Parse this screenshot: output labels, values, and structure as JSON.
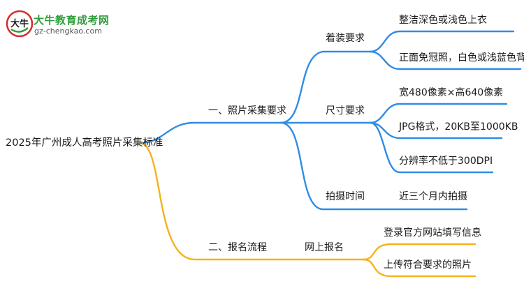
{
  "logo": {
    "name": "大牛教育成考网",
    "url": "gz-chengkao.com",
    "badge_text": "大牛"
  },
  "colors": {
    "blue": "#2f8de4",
    "orange": "#f5b21b",
    "logo_green": "#2e9e3a",
    "logo_red": "#d62c2c"
  },
  "mindmap": {
    "root": "2025年广州成人高考照片采集标准",
    "branch1": {
      "label": "一、照片采集要求",
      "dress": {
        "label": "着装要求",
        "items": [
          "整洁深色或浅色上衣",
          "正面免冠照，白色或浅蓝色背景"
        ]
      },
      "size": {
        "label": "尺寸要求",
        "items": [
          "宽480像素×高640像素",
          "JPG格式，20KB至1000KB",
          "分辨率不低于300DPI"
        ]
      },
      "time": {
        "label": "拍摄时间",
        "items": [
          "近三个月内拍摄"
        ]
      }
    },
    "branch2": {
      "label": "二、报名流程",
      "online": {
        "label": "网上报名",
        "items": [
          "登录官方网站填写信息",
          "上传符合要求的照片"
        ]
      }
    }
  }
}
